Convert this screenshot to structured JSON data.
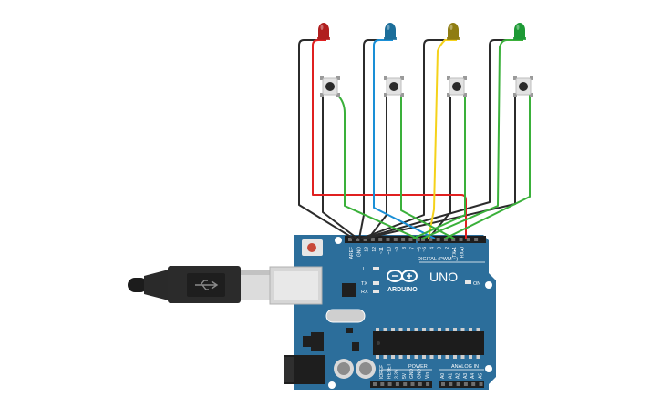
{
  "board": {
    "brand_label": "ARDUINO",
    "model_label": "UNO",
    "digital_header_label": "DIGITAL (PWM ~)",
    "power_header_label": "POWER",
    "analog_header_label": "ANALOG IN",
    "led_l_label": "L",
    "led_tx_label": "TX",
    "led_rx_label": "RX",
    "on_label": "ON",
    "top_pin_labels": [
      "AREF",
      "GND",
      "13",
      "12",
      "~11",
      "~10",
      "~9",
      "8",
      "7",
      "~6",
      "~5",
      "4",
      "~3",
      "2",
      "TX▸1",
      "RX◂0"
    ],
    "power_pin_labels": [
      "IOREF",
      "RESET",
      "3.3V",
      "5V",
      "GND",
      "GND",
      "Vin"
    ],
    "analog_pin_labels": [
      "A0",
      "A1",
      "A2",
      "A3",
      "A4",
      "A5"
    ]
  },
  "components": {
    "leds": [
      {
        "name": "led-red",
        "color": "#b01e1e"
      },
      {
        "name": "led-blue",
        "color": "#1c6e9a"
      },
      {
        "name": "led-yellow",
        "color": "#8f7d12"
      },
      {
        "name": "led-green",
        "color": "#1d9a35"
      }
    ],
    "button_count": 4,
    "usb_cable_icon": "usb-plug-icon"
  },
  "wire_colors": {
    "black": "#2b2b2b",
    "red": "#e02020",
    "blue": "#1a8fd6",
    "yellow": "#f5d21a",
    "green": "#3ab03a"
  }
}
